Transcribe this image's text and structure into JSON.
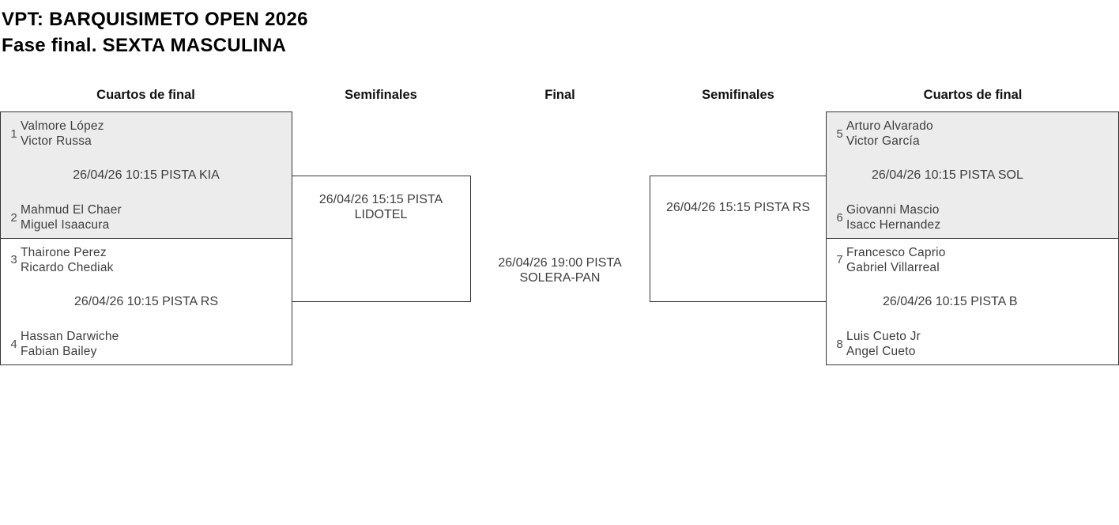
{
  "page": {
    "title_line1": "VPT: BARQUISIMETO OPEN 2026",
    "title_line2": "Fase final. SEXTA MASCULINA"
  },
  "round_headers": {
    "qf_left": "Cuartos de final",
    "sf_left": "Semifinales",
    "final": "Final",
    "sf_right": "Semifinales",
    "qf_right": "Cuartos de final"
  },
  "matches": {
    "qf_left_top": {
      "date": "26/04/26 10:15 PISTA KIA",
      "teams": [
        {
          "seed": "1",
          "players": [
            "Valmore López",
            "Victor Russa"
          ]
        },
        {
          "seed": "2",
          "players": [
            "Mahmud El Chaer",
            "Miguel Isaacura"
          ]
        }
      ]
    },
    "qf_left_bottom": {
      "date": "26/04/26 10:15 PISTA RS",
      "teams": [
        {
          "seed": "3",
          "players": [
            "Thairone Perez",
            "Ricardo Chediak"
          ]
        },
        {
          "seed": "4",
          "players": [
            "Hassan Darwiche",
            "Fabian Bailey"
          ]
        }
      ]
    },
    "sf_left": {
      "date": "26/04/26 15:15 PISTA LIDOTEL"
    },
    "final": {
      "date": "26/04/26 19:00 PISTA SOLERA-PAN"
    },
    "sf_right": {
      "date": "26/04/26 15:15 PISTA RS"
    },
    "qf_right_top": {
      "date": "26/04/26 10:15 PISTA SOL",
      "teams": [
        {
          "seed": "5",
          "players": [
            "Arturo Alvarado",
            "Victor García"
          ]
        },
        {
          "seed": "6",
          "players": [
            "Giovanni Mascio",
            "Isacc Hernandez"
          ]
        }
      ]
    },
    "qf_right_bottom": {
      "date": "26/04/26 10:15 PISTA B",
      "teams": [
        {
          "seed": "7",
          "players": [
            "Francesco Caprio",
            "Gabriel Villarreal"
          ]
        },
        {
          "seed": "8",
          "players": [
            "Luis Cueto Jr",
            "Angel Cueto"
          ]
        }
      ]
    }
  },
  "colors": {
    "highlight_bg": "#ececec",
    "box_border": "#353535",
    "body_text": "#3d3d3d",
    "heading_text": "#000000"
  }
}
